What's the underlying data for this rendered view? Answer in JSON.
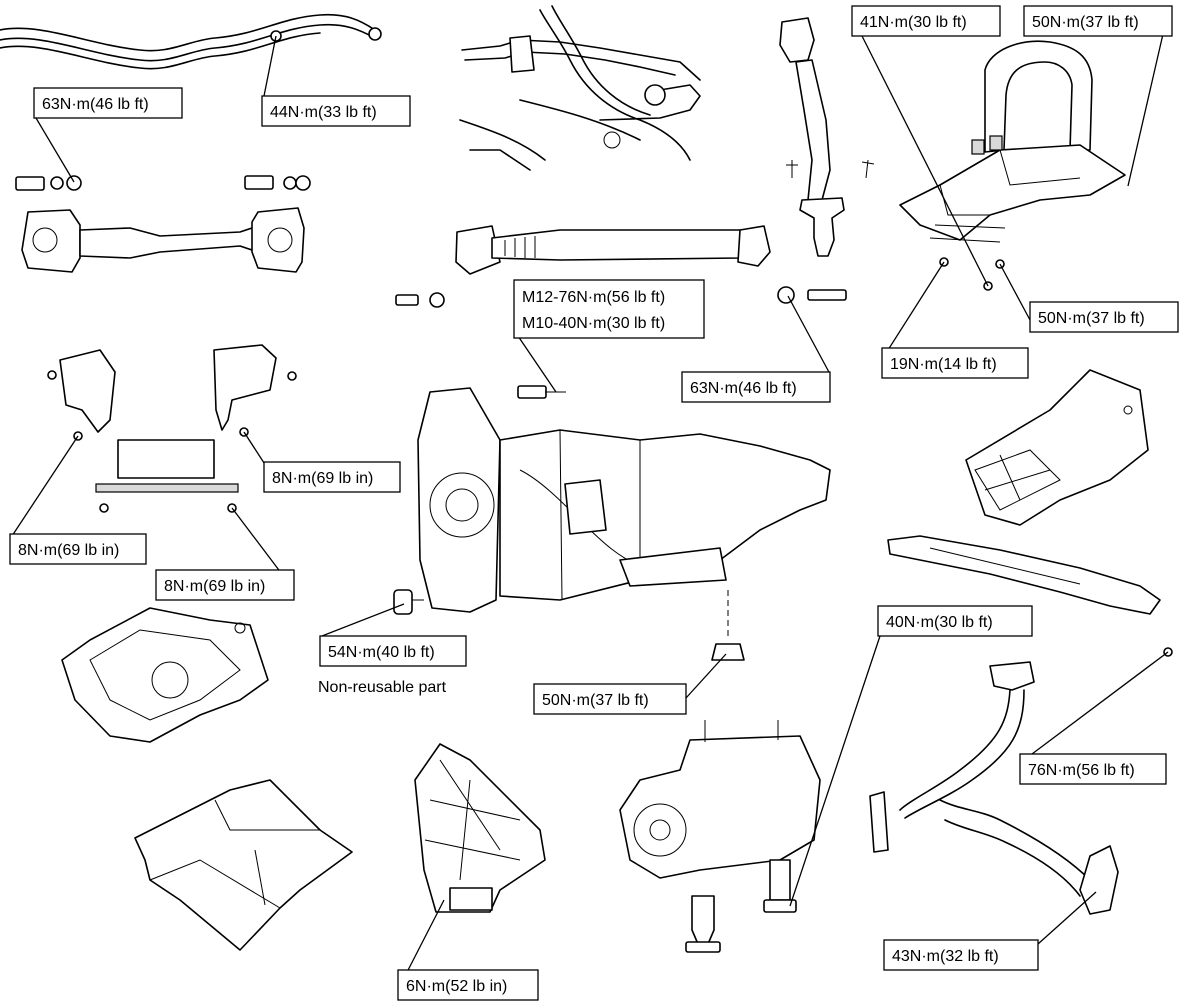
{
  "labels": {
    "t1": "63N·m(46 lb ft)",
    "t2": "44N·m(33 lb ft)",
    "t3": "41N·m(30 lb ft)",
    "t4": "50N·m(37 lb ft)",
    "t5a": "M12-76N·m(56 lb ft)",
    "t5b": "M10-40N·m(30 lb ft)",
    "t6": "50N·m(37 lb ft)",
    "t7": "19N·m(14 lb ft)",
    "t8": "63N·m(46 lb ft)",
    "t9": "8N·m(69 lb in)",
    "t10": "8N·m(69 lb in)",
    "t11": "8N·m(69 lb in)",
    "t12": "54N·m(40 lb ft)",
    "t13": "50N·m(37 lb ft)",
    "t14": "40N·m(30 lb ft)",
    "t15": "76N·m(56 lb ft)",
    "t16": "43N·m(32 lb ft)",
    "t17": "6N·m(52 lb in)"
  },
  "notes": {
    "nonreusable": "Non-reusable part"
  }
}
